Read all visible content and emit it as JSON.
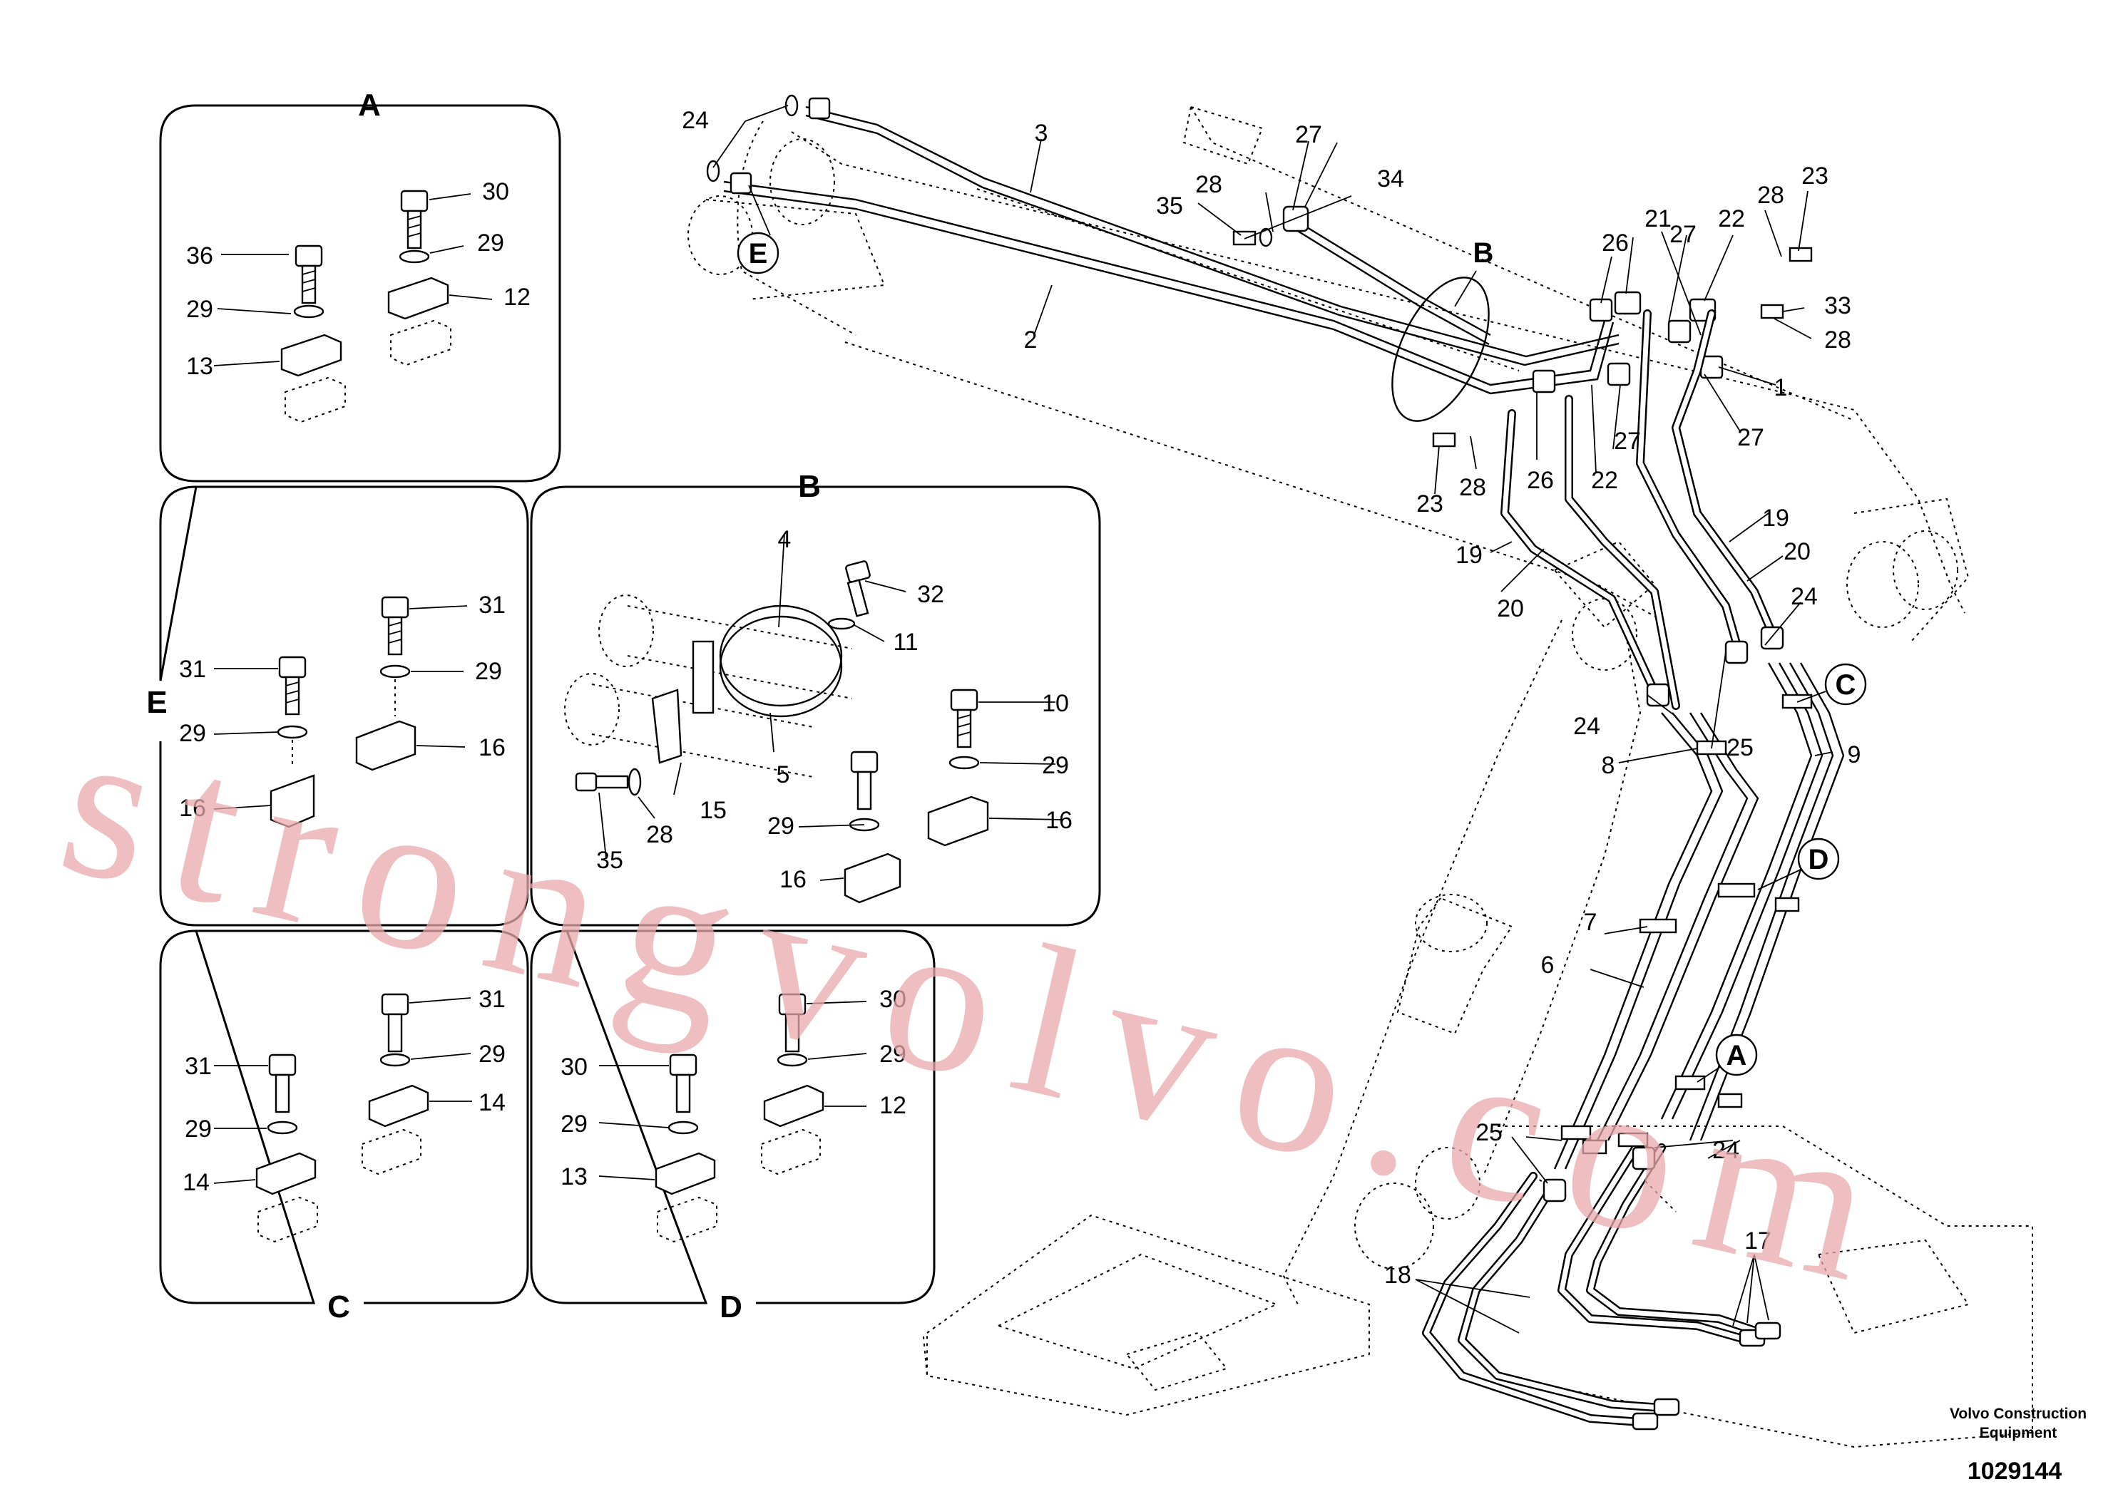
{
  "diagram": {
    "panels": {
      "A": "A",
      "B": "B",
      "C": "C",
      "D": "D",
      "E": "E"
    },
    "refs": {
      "E": "E",
      "B": "B",
      "C": "C",
      "D": "D",
      "A": "A"
    },
    "numbers": {
      "n1": "1",
      "n2": "2",
      "n3": "3",
      "n4": "4",
      "n5": "5",
      "n6": "6",
      "n7": "7",
      "n8": "8",
      "n9": "9",
      "n10": "10",
      "n11": "11",
      "n12": "12",
      "n13": "13",
      "n14": "14",
      "n15": "15",
      "n16": "16",
      "n17": "17",
      "n18": "18",
      "n19": "19",
      "n20": "20",
      "n21": "21",
      "n22": "22",
      "n23": "23",
      "n24": "24",
      "n25": "25",
      "n26": "26",
      "n27": "27",
      "n28": "28",
      "n29": "29",
      "n30": "30",
      "n31": "31",
      "n32": "32",
      "n33": "33",
      "n34": "34",
      "n35": "35",
      "n36": "36"
    },
    "footer": {
      "brand": "Volvo Construction Equipment",
      "brand_line1": "Volvo Construction",
      "brand_line2": "Equipment",
      "drawing_number": "1029144"
    },
    "watermark": "strongvolvo.com",
    "colors": {
      "ink": "#000000",
      "watermark": "#e9a9ad",
      "paper": "#ffffff"
    }
  }
}
